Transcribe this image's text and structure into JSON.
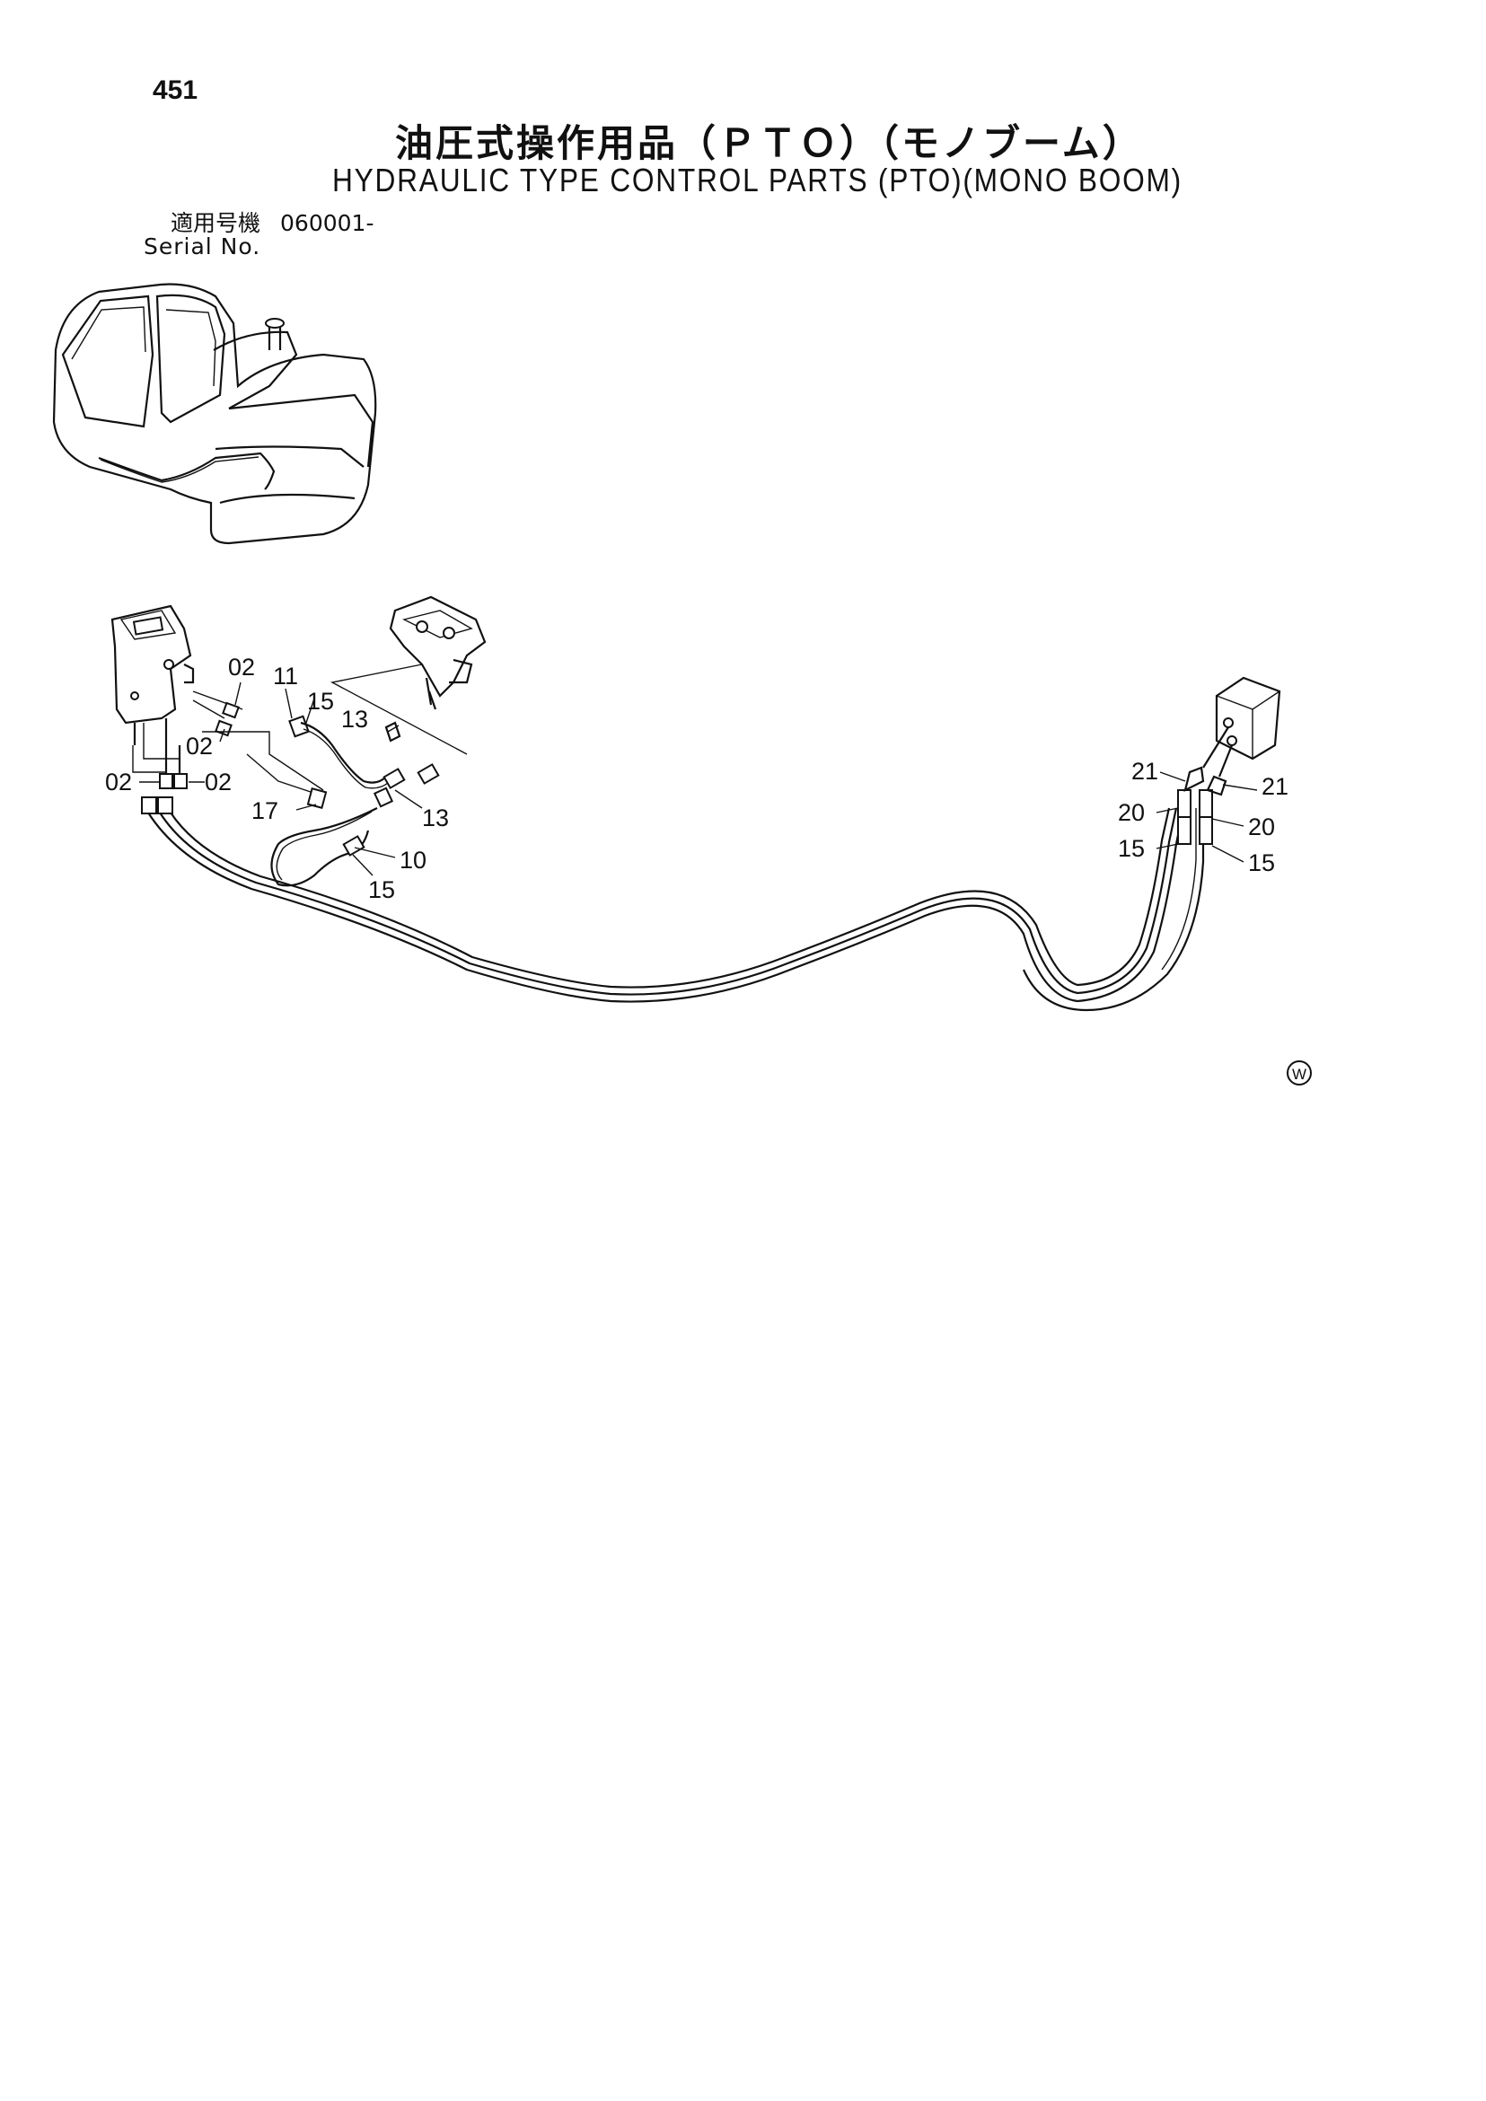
{
  "page_number": "451",
  "title_jp": "油圧式操作用品（ＰＴＯ）（モノブーム）",
  "title_en": "HYDRAULIC TYPE CONTROL PARTS (PTO)(MONO BOOM)",
  "serial": {
    "label_jp": "適用号機",
    "label_en": "Serial No.",
    "value": "060001-"
  },
  "callouts": {
    "c02a": "02",
    "c02b": "02",
    "c02c": "02",
    "c02d": "02",
    "c11": "11",
    "c15a": "15",
    "c13a": "13",
    "c17": "17",
    "c13b": "13",
    "c10": "10",
    "c15b": "15",
    "c21a": "21",
    "c21b": "21",
    "c20a": "20",
    "c20b": "20",
    "c15c": "15",
    "c15d": "15"
  },
  "mark": "W"
}
